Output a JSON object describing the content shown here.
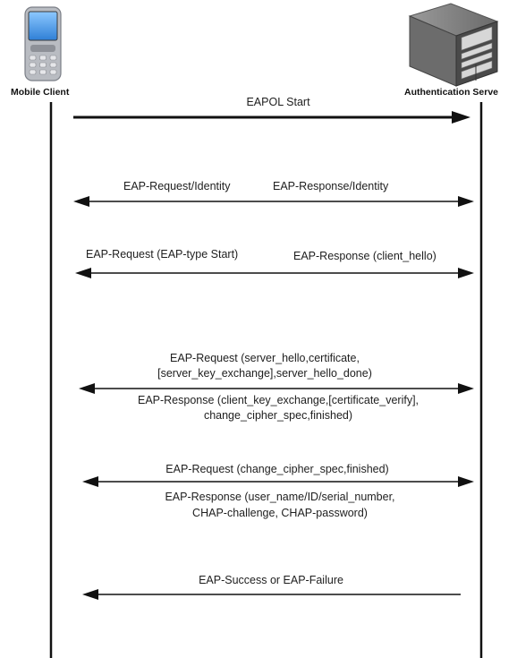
{
  "actors": {
    "client": {
      "label": "Mobile Client",
      "icon": "mobile-phone-icon"
    },
    "server": {
      "label": "Authentication Serve",
      "icon": "server-tower-icon"
    }
  },
  "messages": [
    {
      "id": "eapol-start",
      "direction": "right",
      "labels": [
        "EAPOL Start"
      ]
    },
    {
      "id": "identity",
      "direction": "both",
      "labels": [
        "EAP-Request/Identity",
        "EAP-Response/Identity"
      ]
    },
    {
      "id": "tls-start",
      "direction": "both",
      "labels": [
        "EAP-Request (EAP-type Start)",
        "EAP-Response (client_hello)"
      ]
    },
    {
      "id": "server-hello",
      "direction": "both",
      "labels": [
        "EAP-Request (server_hello,certificate,",
        "[server_key_exchange],server_hello_done)",
        "EAP-Response (client_key_exchange,[certificate_verify],",
        "change_cipher_spec,finished)"
      ]
    },
    {
      "id": "change-cipher",
      "direction": "both",
      "labels": [
        "EAP-Request (change_cipher_spec,finished)",
        "EAP-Response (user_name/ID/serial_number,",
        "CHAP-challenge, CHAP-password)"
      ]
    },
    {
      "id": "result",
      "direction": "left",
      "labels": [
        "EAP-Success or EAP-Failure"
      ]
    }
  ],
  "colors": {
    "line": "#111111",
    "text": "#1e1e1e",
    "phone_screen": "#5aa8ef",
    "server_body": "#5f5f5f"
  }
}
